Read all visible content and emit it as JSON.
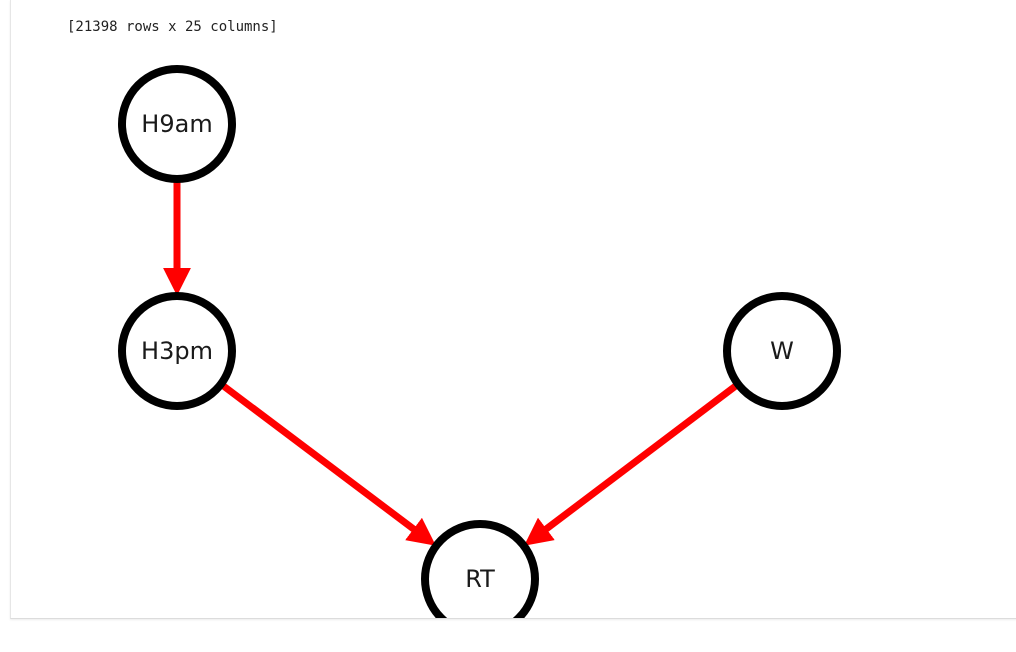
{
  "output": {
    "dataframe_summary": "[21398 rows x 25 columns]"
  },
  "graph": {
    "colors": {
      "node_stroke": "#000000",
      "node_fill": "#ffffff",
      "edge": "#ff0000",
      "label": "#1a1a1a"
    },
    "nodes": [
      {
        "id": "H9am",
        "label": "H9am"
      },
      {
        "id": "H3pm",
        "label": "H3pm"
      },
      {
        "id": "W",
        "label": "W"
      },
      {
        "id": "RT",
        "label": "RT"
      }
    ],
    "edges": [
      {
        "from": "H9am",
        "to": "H3pm"
      },
      {
        "from": "H3pm",
        "to": "RT"
      },
      {
        "from": "W",
        "to": "RT"
      }
    ]
  }
}
